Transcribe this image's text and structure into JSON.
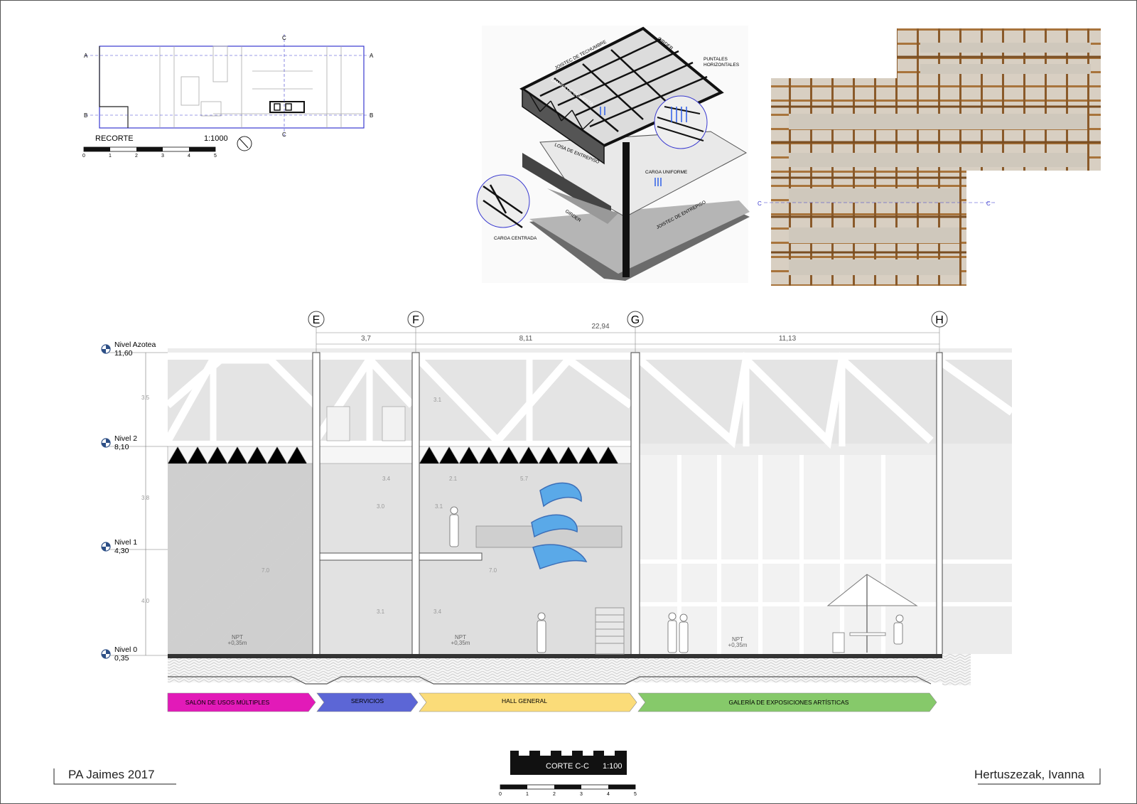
{
  "keyplan": {
    "title": "RECORTE",
    "scale": "1:1000",
    "markers": {
      "a": "A",
      "b": "B",
      "c": "C"
    },
    "scale_ticks": [
      "0",
      "1",
      "2",
      "3",
      "4",
      "5"
    ]
  },
  "axonometric": {
    "labels": {
      "joistec_techumbre": "JOISTEC DE TECHUMBRE",
      "girder_top": "GIRDER",
      "puntales": "PUNTALES",
      "horizontales": "HORIZONTALES",
      "lamina": "LÁMINA DE CUBIERTA",
      "losa": "LOSA DE ENTREPISO",
      "carga_uniforme": "CARGA UNIFORME",
      "girder_bottom": "GIRDER",
      "joistec_entrepiso": "JOISTEC DE ENTREPISO",
      "carga_centrada": "CARGA CENTRADA"
    }
  },
  "elevation_photo": {
    "marker_left": "C",
    "marker_right": "C"
  },
  "section": {
    "axes": [
      "E",
      "F",
      "G",
      "H"
    ],
    "total_dim": "22,94",
    "spans": [
      "3,7",
      "8,11",
      "11,13"
    ],
    "levels": [
      {
        "name": "Nivel Azotea",
        "value": "11,60"
      },
      {
        "name": "Nivel 2",
        "value": "8,10"
      },
      {
        "name": "Nivel 1",
        "value": "4,30"
      },
      {
        "name": "Nivel 0",
        "value": "0,35"
      }
    ],
    "vertical_dims": [
      "3.5",
      "3.8",
      "4.0"
    ],
    "interior_dims": [
      "3.1",
      "3.4",
      "3.0",
      "2.1",
      "5.7",
      "3.1",
      "7.0",
      "7.0",
      "3.1",
      "3.4"
    ],
    "npt": [
      {
        "label": "NPT",
        "value": "+0,35m"
      },
      {
        "label": "NPT",
        "value": "+0,35m"
      },
      {
        "label": "NPT",
        "value": "+0,35m"
      }
    ],
    "zones": [
      {
        "label": "SALÓN DE USOS MÚLTIPLES",
        "color": "#e21ab8"
      },
      {
        "label": "SERVICIOS",
        "color": "#5c66d6"
      },
      {
        "label": "HALL GENERAL",
        "color": "#fbdc79"
      },
      {
        "label": "GALERÍA DE EXPOSICIONES ARTÍSTICAS",
        "color": "#86c96a"
      }
    ]
  },
  "title_block": {
    "title": "CORTE C-C",
    "scale": "1:100",
    "scale_ticks": [
      "0",
      "1",
      "2",
      "3",
      "4",
      "5"
    ]
  },
  "footer": {
    "left": "PA Jaimes 2017",
    "right": "Hertuszezak, Ivanna"
  }
}
